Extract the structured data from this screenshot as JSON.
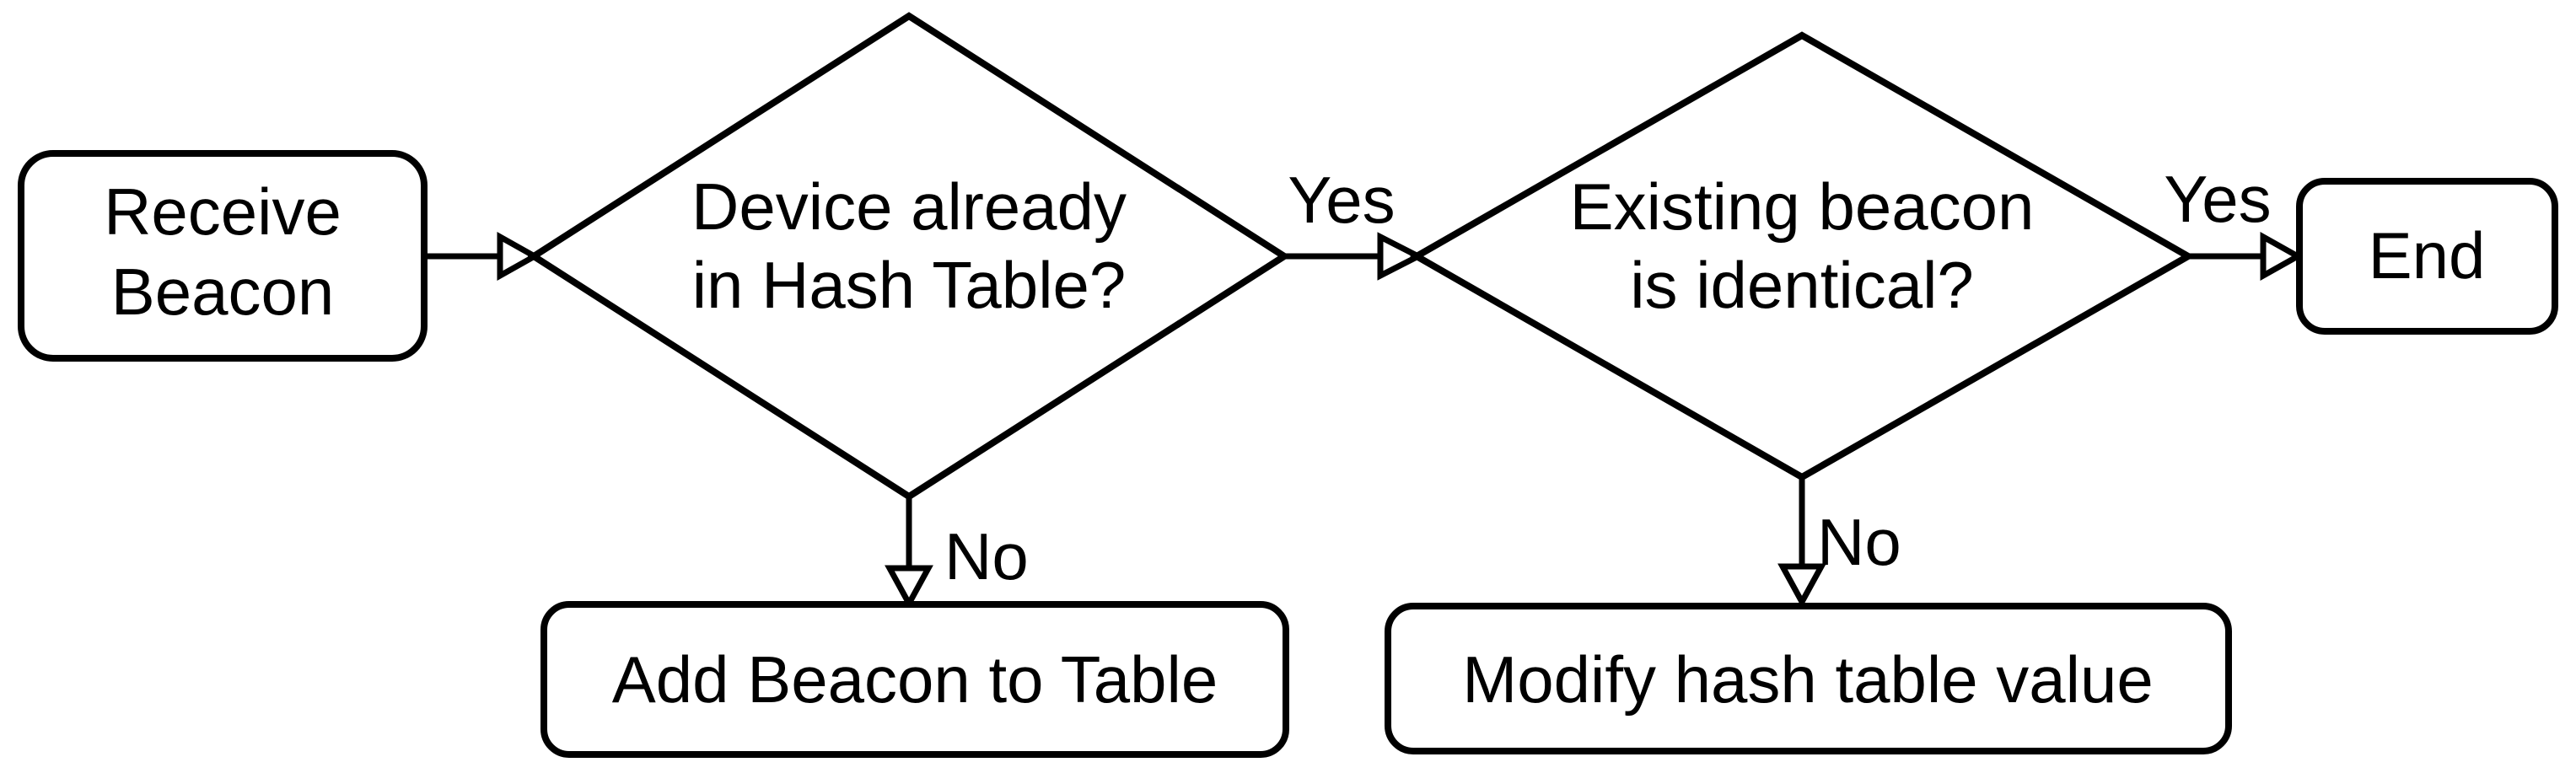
{
  "flowchart": {
    "type": "flowchart",
    "colors": {
      "background": "#ffffff",
      "node_fill": "#ffffff",
      "stroke": "#000000",
      "text": "#000000"
    },
    "nodes": [
      {
        "id": "receive-beacon",
        "shape": "rounded-rectangle",
        "text_lines": [
          "Receive",
          "Beacon"
        ]
      },
      {
        "id": "device-already-in-hash-table",
        "shape": "diamond",
        "text_lines": [
          "Device already",
          "in Hash Table?"
        ]
      },
      {
        "id": "existing-beacon-is-identical",
        "shape": "diamond",
        "text_lines": [
          "Existing beacon",
          "is identical?"
        ]
      },
      {
        "id": "end",
        "shape": "rounded-rectangle",
        "text_lines": [
          "End"
        ]
      },
      {
        "id": "add-beacon-to-table",
        "shape": "rounded-rectangle",
        "text_lines": [
          "Add Beacon to Table"
        ]
      },
      {
        "id": "modify-hash-table-value",
        "shape": "rounded-rectangle",
        "text_lines": [
          "Modify hash table value"
        ]
      }
    ],
    "edges": [
      {
        "from": "receive-beacon",
        "to": "device-already-in-hash-table",
        "label": ""
      },
      {
        "from": "device-already-in-hash-table",
        "to": "existing-beacon-is-identical",
        "label": "Yes"
      },
      {
        "from": "device-already-in-hash-table",
        "to": "add-beacon-to-table",
        "label": "No"
      },
      {
        "from": "existing-beacon-is-identical",
        "to": "end",
        "label": "Yes"
      },
      {
        "from": "existing-beacon-is-identical",
        "to": "modify-hash-table-value",
        "label": "No"
      }
    ]
  }
}
